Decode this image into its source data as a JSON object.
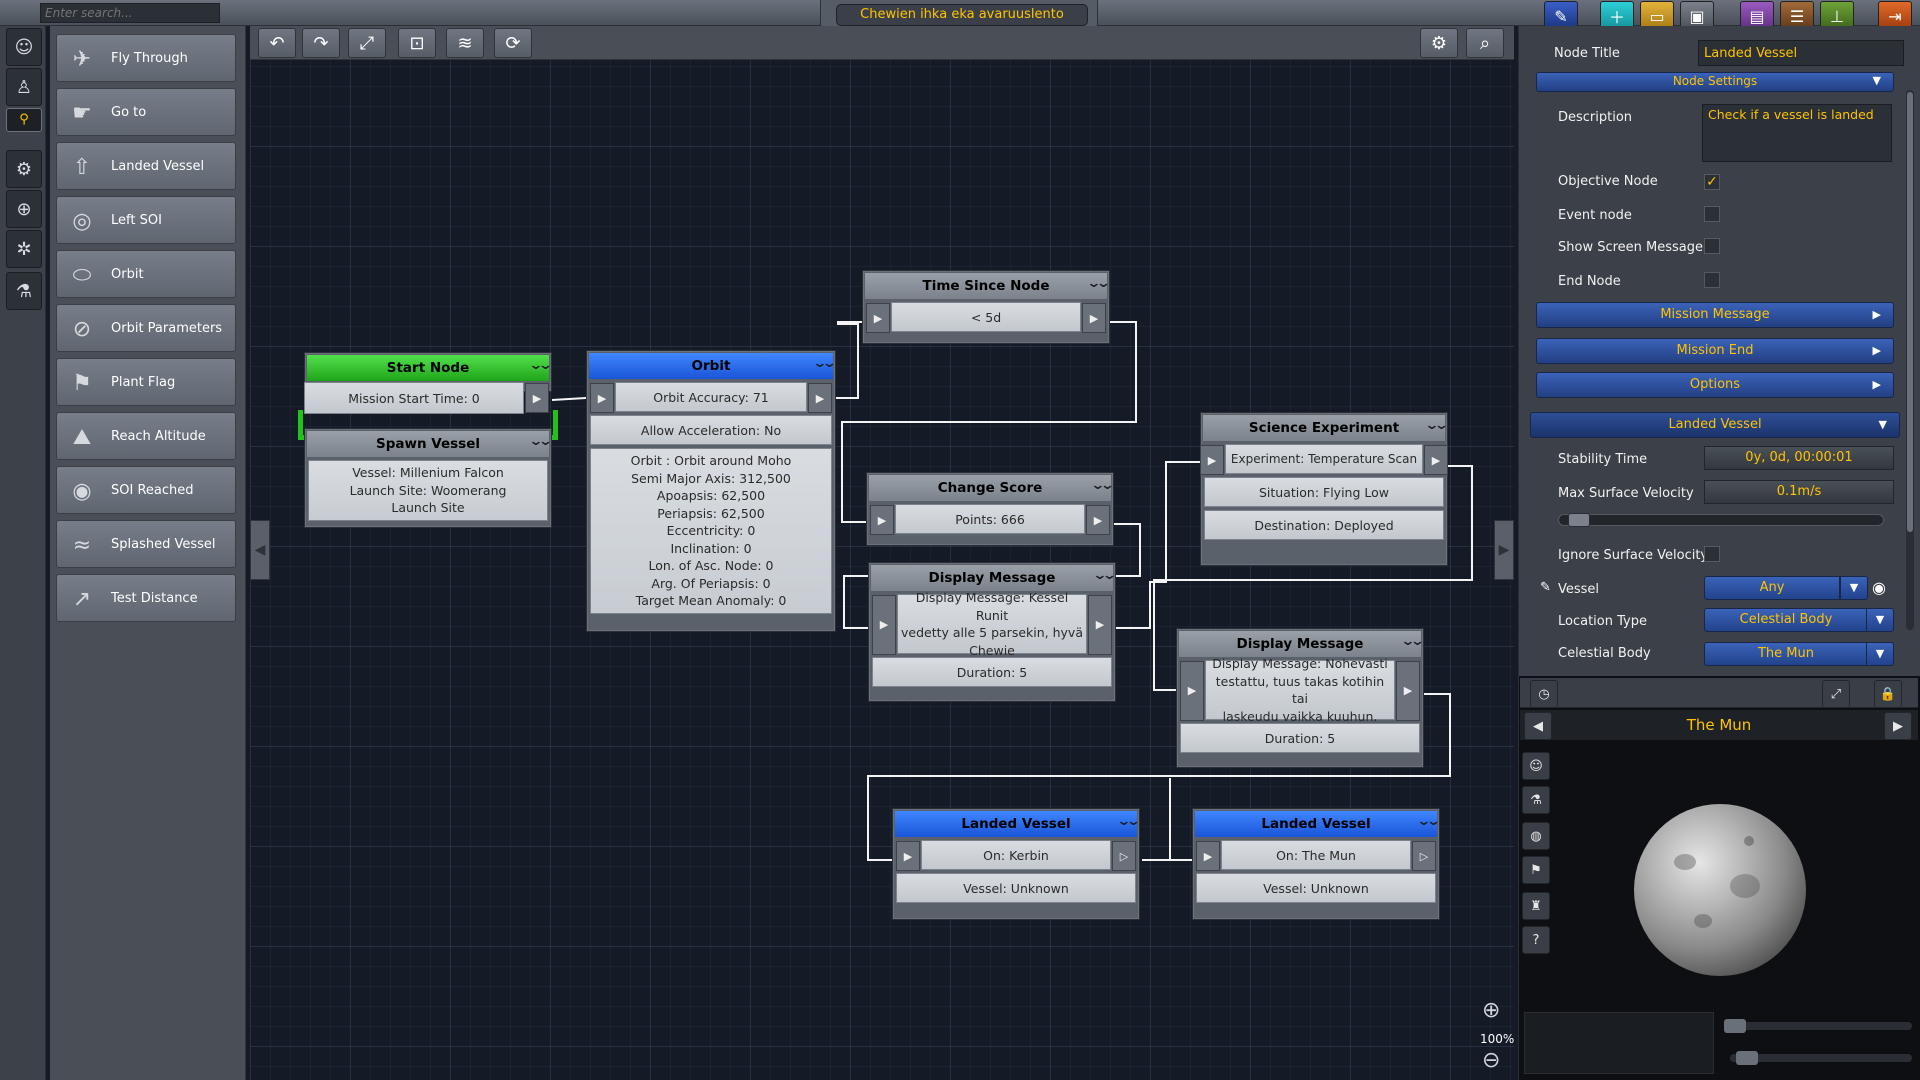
{
  "search": {
    "placeholder": "Enter search..."
  },
  "mission_title": "Chewien ihka eka avaruuslento",
  "palette": {
    "items": [
      {
        "label": "Fly Through",
        "icon": "fly-through-icon"
      },
      {
        "label": "Go to",
        "icon": "pointing-hand-icon"
      },
      {
        "label": "Landed Vessel",
        "icon": "rocket-icon"
      },
      {
        "label": "Left SOI",
        "icon": "soi-icon"
      },
      {
        "label": "Orbit",
        "icon": "orbit-icon"
      },
      {
        "label": "Orbit Parameters",
        "icon": "orbit-parameters-icon"
      },
      {
        "label": "Plant Flag",
        "icon": "flag-icon"
      },
      {
        "label": "Reach Altitude",
        "icon": "altitude-icon"
      },
      {
        "label": "SOI Reached",
        "icon": "soi-reached-icon"
      },
      {
        "label": "Splashed Vessel",
        "icon": "splash-icon"
      },
      {
        "label": "Test Distance",
        "icon": "distance-icon"
      }
    ]
  },
  "zoom": {
    "level": "100%"
  },
  "nodes": {
    "start": {
      "title": "Start Node",
      "row": "Mission Start Time: 0"
    },
    "spawn": {
      "title": "Spawn Vessel",
      "lines": [
        "Vessel: Millenium Falcon",
        "Launch Site: Woomerang",
        "Launch Site"
      ]
    },
    "orbit": {
      "title": "Orbit",
      "row": "Orbit Accuracy: 71",
      "accel": "Allow Acceleration: No",
      "lines": [
        "Orbit : Orbit around Moho",
        "Semi Major Axis: 312,500",
        "Apoapsis: 62,500",
        "Periapsis: 62,500",
        "Eccentricity: 0",
        "Inclination: 0",
        "Lon. of Asc. Node: 0",
        "Arg. Of Periapsis: 0",
        "Target Mean Anomaly: 0"
      ]
    },
    "time": {
      "title": "Time Since Node",
      "row": "< 5d"
    },
    "score": {
      "title": "Change Score",
      "row": "Points: 666"
    },
    "msg1": {
      "title": "Display Message",
      "lines": [
        "Display Message: Kessel Runit",
        "vedetty alle 5 parsekin, hyvä",
        "Chewie"
      ],
      "duration": "Duration: 5"
    },
    "science": {
      "title": "Science Experiment",
      "row": "Experiment: Temperature Scan",
      "situation": "Situation: Flying Low",
      "destination": "Destination: Deployed"
    },
    "msg2": {
      "title": "Display Message",
      "lines": [
        "Display Message: Nohevasti",
        "testattu, tuus takas kotihin tai",
        "laskeudu vaikka kuuhun."
      ],
      "duration": "Duration: 5"
    },
    "landed1": {
      "title": "Landed Vessel",
      "row": "On: Kerbin",
      "vessel": "Vessel: Unknown"
    },
    "landed2": {
      "title": "Landed Vessel",
      "row": "On: The Mun",
      "vessel": "Vessel: Unknown"
    }
  },
  "props": {
    "node_title_label": "Node Title",
    "node_title_value": "Landed Vessel",
    "node_settings": "Node Settings",
    "description_label": "Description",
    "description_value": "Check if a vessel is landed",
    "objective_label": "Objective Node",
    "event_label": "Event node",
    "show_msg_label": "Show Screen Message",
    "end_label": "End Node",
    "mission_message": "Mission Message",
    "mission_end": "Mission End",
    "options": "Options",
    "landed_vessel": "Landed Vessel",
    "stability_label": "Stability Time",
    "stability_value": "0y, 0d, 00:00:01",
    "max_vel_label": "Max Surface Velocity",
    "max_vel_value": "0.1m/s",
    "ignore_vel_label": "Ignore Surface Velocity",
    "vessel_label": "Vessel",
    "vessel_value": "Any",
    "location_label": "Location Type",
    "location_value": "Celestial Body",
    "body_label": "Celestial Body",
    "body_value": "The Mun",
    "velocity_slider": 0.03
  },
  "preview": {
    "title": "The Mun"
  }
}
